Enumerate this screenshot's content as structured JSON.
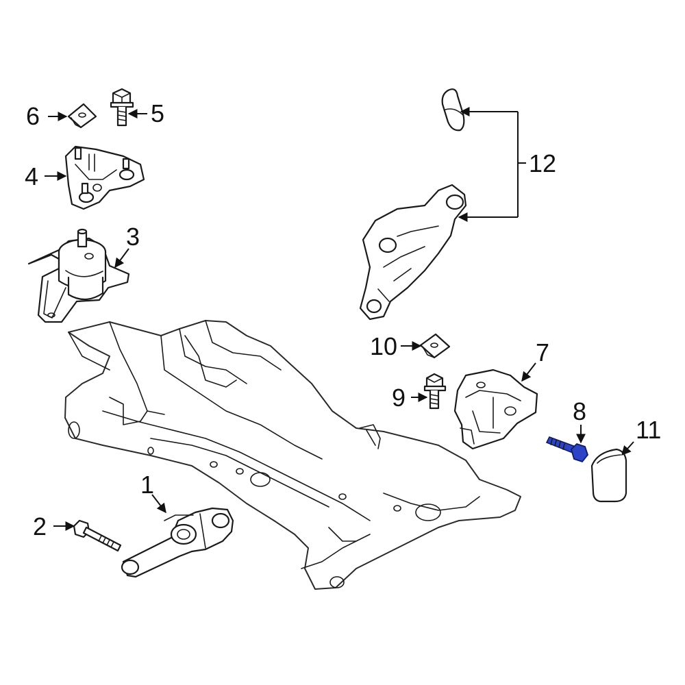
{
  "diagram": {
    "highlight_color": "#2b43c4",
    "line_color": "#1a1a1a",
    "callouts": {
      "c1": "1",
      "c2": "2",
      "c3": "3",
      "c4": "4",
      "c5": "5",
      "c6": "6",
      "c7": "7",
      "c8": "8",
      "c9": "9",
      "c10": "10",
      "c11": "11",
      "c12": "12"
    }
  }
}
